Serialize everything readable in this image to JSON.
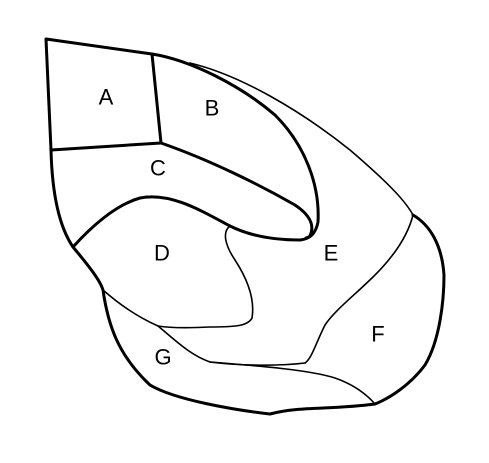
{
  "diagram": {
    "regions": [
      {
        "id": "A",
        "label": "A"
      },
      {
        "id": "B",
        "label": "B"
      },
      {
        "id": "C",
        "label": "C"
      },
      {
        "id": "D",
        "label": "D"
      },
      {
        "id": "E",
        "label": "E"
      },
      {
        "id": "F",
        "label": "F"
      },
      {
        "id": "G",
        "label": "G"
      }
    ]
  }
}
